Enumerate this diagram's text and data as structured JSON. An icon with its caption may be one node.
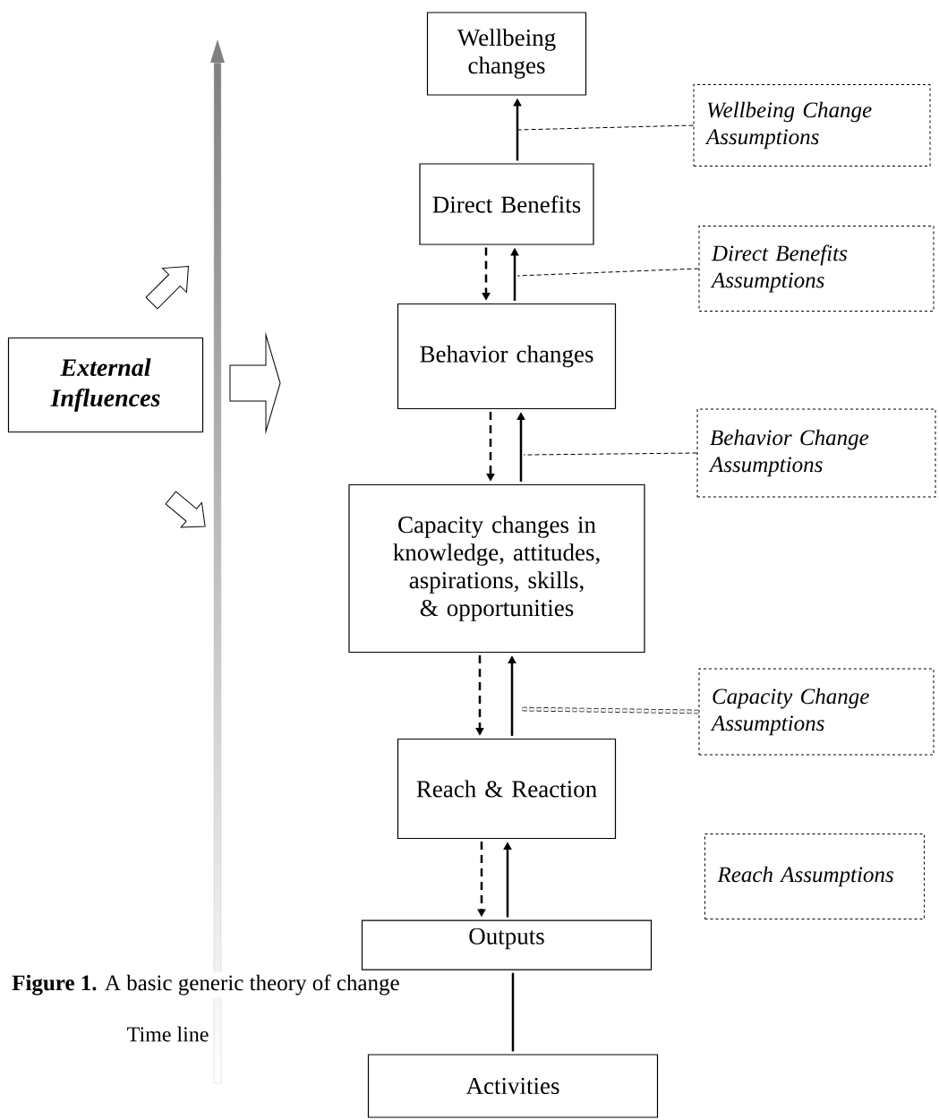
{
  "diagram": {
    "caption": "**Figure 1.** A basic generic theory of change",
    "nodes": [
      {
        "text": [
          "Wellbeing changes"
        ]
      },
      {
        "text": [
          "Direct Benefits"
        ]
      },
      {
        "text": [
          "Behavior changes"
        ]
      },
      {
        "text": [
          "Capacity changes in knowledge, attitudes, aspirations, skills, & opportunities"
        ]
      },
      {
        "text": [
          "Reach & Reaction"
        ]
      },
      {
        "text": [
          "Outputs"
        ]
      },
      {
        "text": [
          "Activities"
        ]
      },
      {
        "text": [
          "External Influences"
        ]
      },
      {
        "text": [
          "Wellbeing Change Assumptions"
        ]
      },
      {
        "text": [
          "Direct Benefits Assumptions"
        ]
      },
      {
        "text": [
          "Behavior Change Assumptions"
        ]
      },
      {
        "text": [
          "Capacity Change Assumptions"
        ]
      },
      {
        "text": [
          "Reach Assumptions"
        ]
      }
    ],
    "edges": [
      {
        "from": 1,
        "to": 0,
        "arrow": "to"
      },
      {
        "from": 1,
        "to": 2,
        "arrow": "to",
        "style": "dashed"
      },
      {
        "from": 2,
        "to": 1,
        "arrow": "to"
      },
      {
        "from": 8,
        "to": null,
        "arrow": "none",
        "style": "dashed"
      },
      {
        "from": 9,
        "to": null,
        "arrow": "none",
        "style": "dashed"
      },
      {
        "from": 2,
        "to": 3,
        "arrow": "to",
        "style": "dashed"
      },
      {
        "from": 3,
        "to": 2,
        "arrow": "to"
      },
      {
        "from": 10,
        "to": null,
        "arrow": "none",
        "style": "dashed"
      },
      {
        "from": 3,
        "to": 4,
        "arrow": "to",
        "style": "dashed"
      },
      {
        "from": 4,
        "to": 3,
        "arrow": "to"
      },
      {
        "from": 11,
        "to": null,
        "arrow": "none",
        "style": "dashed"
      },
      {
        "from": 4,
        "to": 5,
        "arrow": "to",
        "style": "dashed"
      },
      {
        "from": 5,
        "to": 4,
        "arrow": "to"
      },
      {
        "from": 6,
        "to": 5,
        "arrow": "none"
      }
    ],
    "labels": [
      "Time line"
    ]
  }
}
